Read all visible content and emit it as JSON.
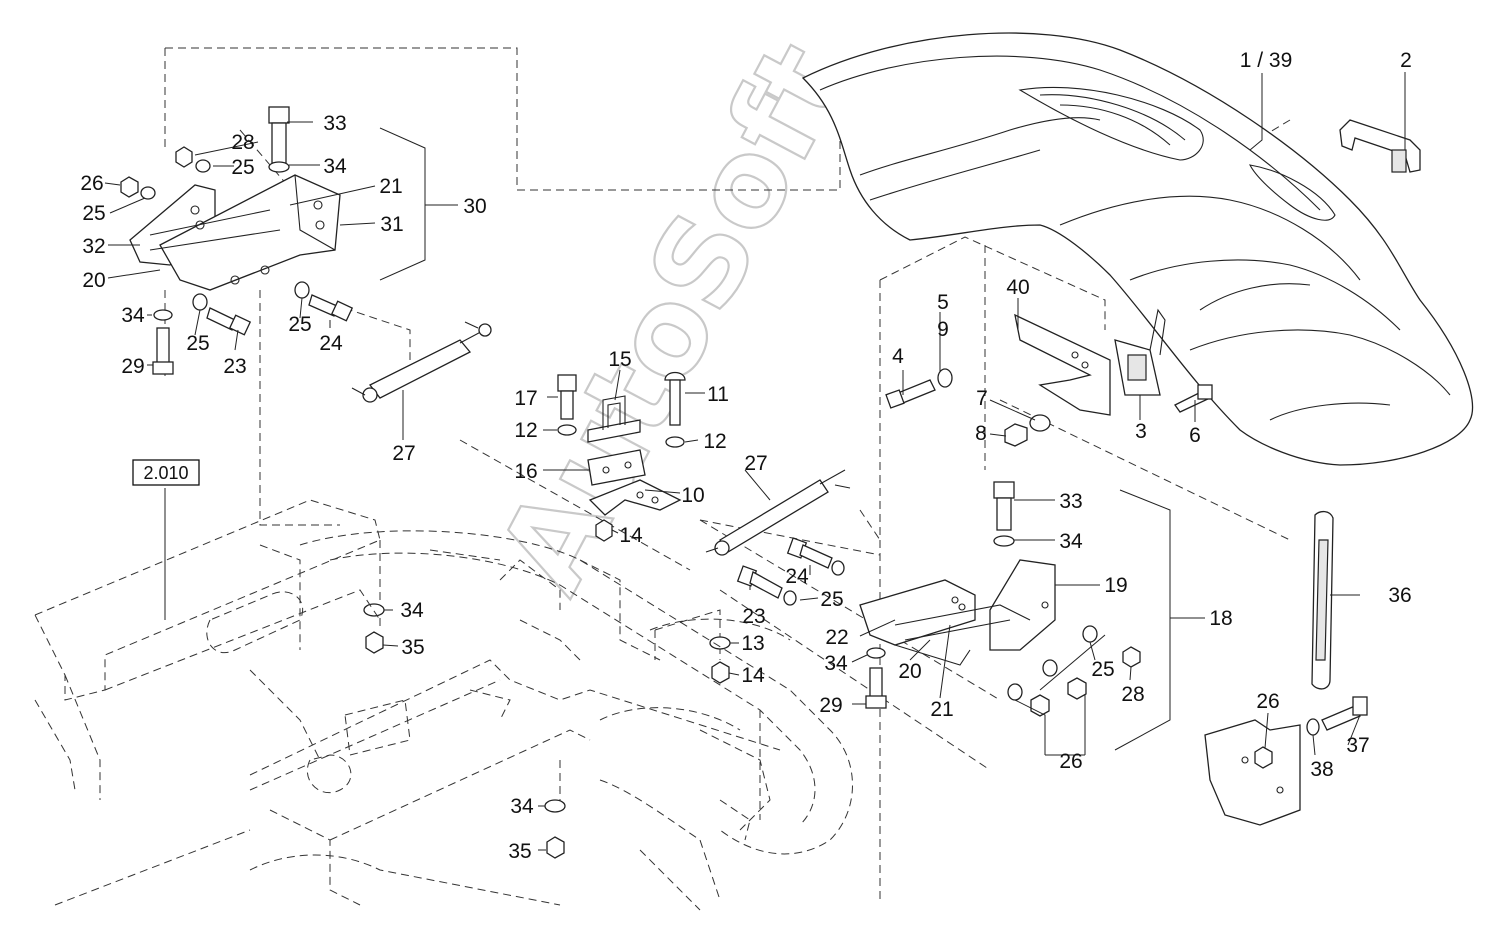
{
  "ref_box": "2.010",
  "watermark": "AutoSoft",
  "callouts": {
    "c1_39": "1 / 39",
    "c2": "2",
    "c3": "3",
    "c4": "4",
    "c5": "5",
    "c6": "6",
    "c7": "7",
    "c8": "8",
    "c9": "9",
    "c10": "10",
    "c11": "11",
    "c12a": "12",
    "c12b": "12",
    "c13": "13",
    "c14a": "14",
    "c14b": "14",
    "c15": "15",
    "c16": "16",
    "c17": "17",
    "c18": "18",
    "c19": "19",
    "c20a": "20",
    "c20b": "20",
    "c21a": "21",
    "c21b": "21",
    "c22": "22",
    "c23a": "23",
    "c23b": "23",
    "c24a": "24",
    "c24b": "24",
    "c25a": "25",
    "c25b": "25",
    "c25c": "25",
    "c25d": "25",
    "c25e": "25",
    "c25f": "25",
    "c26a": "26",
    "c26b": "26",
    "c26c": "26",
    "c27a": "27",
    "c27b": "27",
    "c28a": "28",
    "c28b": "28",
    "c29a": "29",
    "c29b": "29",
    "c30": "30",
    "c31": "31",
    "c32": "32",
    "c33a": "33",
    "c33b": "33",
    "c34a": "34",
    "c34b": "34",
    "c34c": "34",
    "c34d": "34",
    "c34e": "34",
    "c34f": "34",
    "c35a": "35",
    "c35b": "35",
    "c36": "36",
    "c37": "37",
    "c38": "38",
    "c40": "40"
  }
}
